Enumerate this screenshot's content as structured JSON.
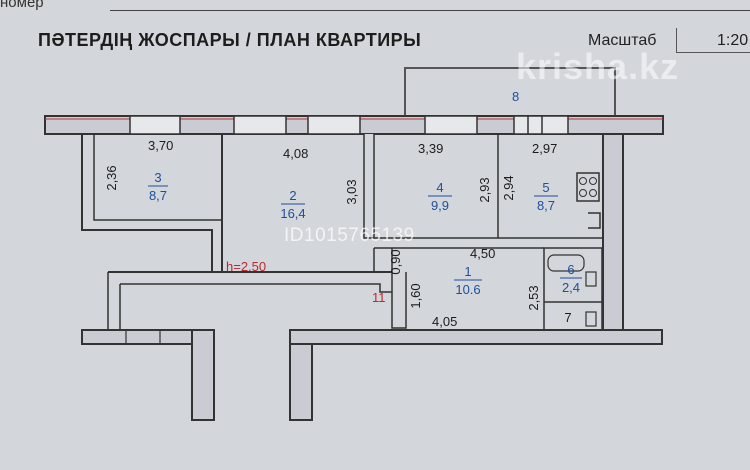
{
  "header": {
    "number_label": "номер",
    "title": "ПӘТЕРДІҢ ЖОСПАРЫ / ПЛАН КВАРТИРЫ",
    "scale_label": "Масштаб",
    "scale_value": "1:20"
  },
  "watermarks": {
    "site": "krisha.kz",
    "listing_id": "ID1015765139"
  },
  "plan": {
    "label_8": "8",
    "label_11": "11",
    "ceiling_height": "h=2.50",
    "dimensions": {
      "room3_width": "3,70",
      "room3_depth": "2,36",
      "room2_width": "4,08",
      "room2_depth": "3,03",
      "room4_width": "3,39",
      "room4_depth": "2,93",
      "room5_width": "2,97",
      "room5_depth": "2,94",
      "hall_width": "4,50",
      "hall_bottom_width": "4,05",
      "hall_left_a": "0,90",
      "hall_left_b": "1,60",
      "hall_right": "2,53"
    },
    "rooms": [
      {
        "number": "3",
        "area": "8,7"
      },
      {
        "number": "2",
        "area": "16,4"
      },
      {
        "number": "4",
        "area": "9,9"
      },
      {
        "number": "5",
        "area": "8,7"
      },
      {
        "number": "1",
        "area": "10.6"
      },
      {
        "number": "6",
        "area": "2,4"
      },
      {
        "number": "7",
        "area": ""
      }
    ]
  }
}
